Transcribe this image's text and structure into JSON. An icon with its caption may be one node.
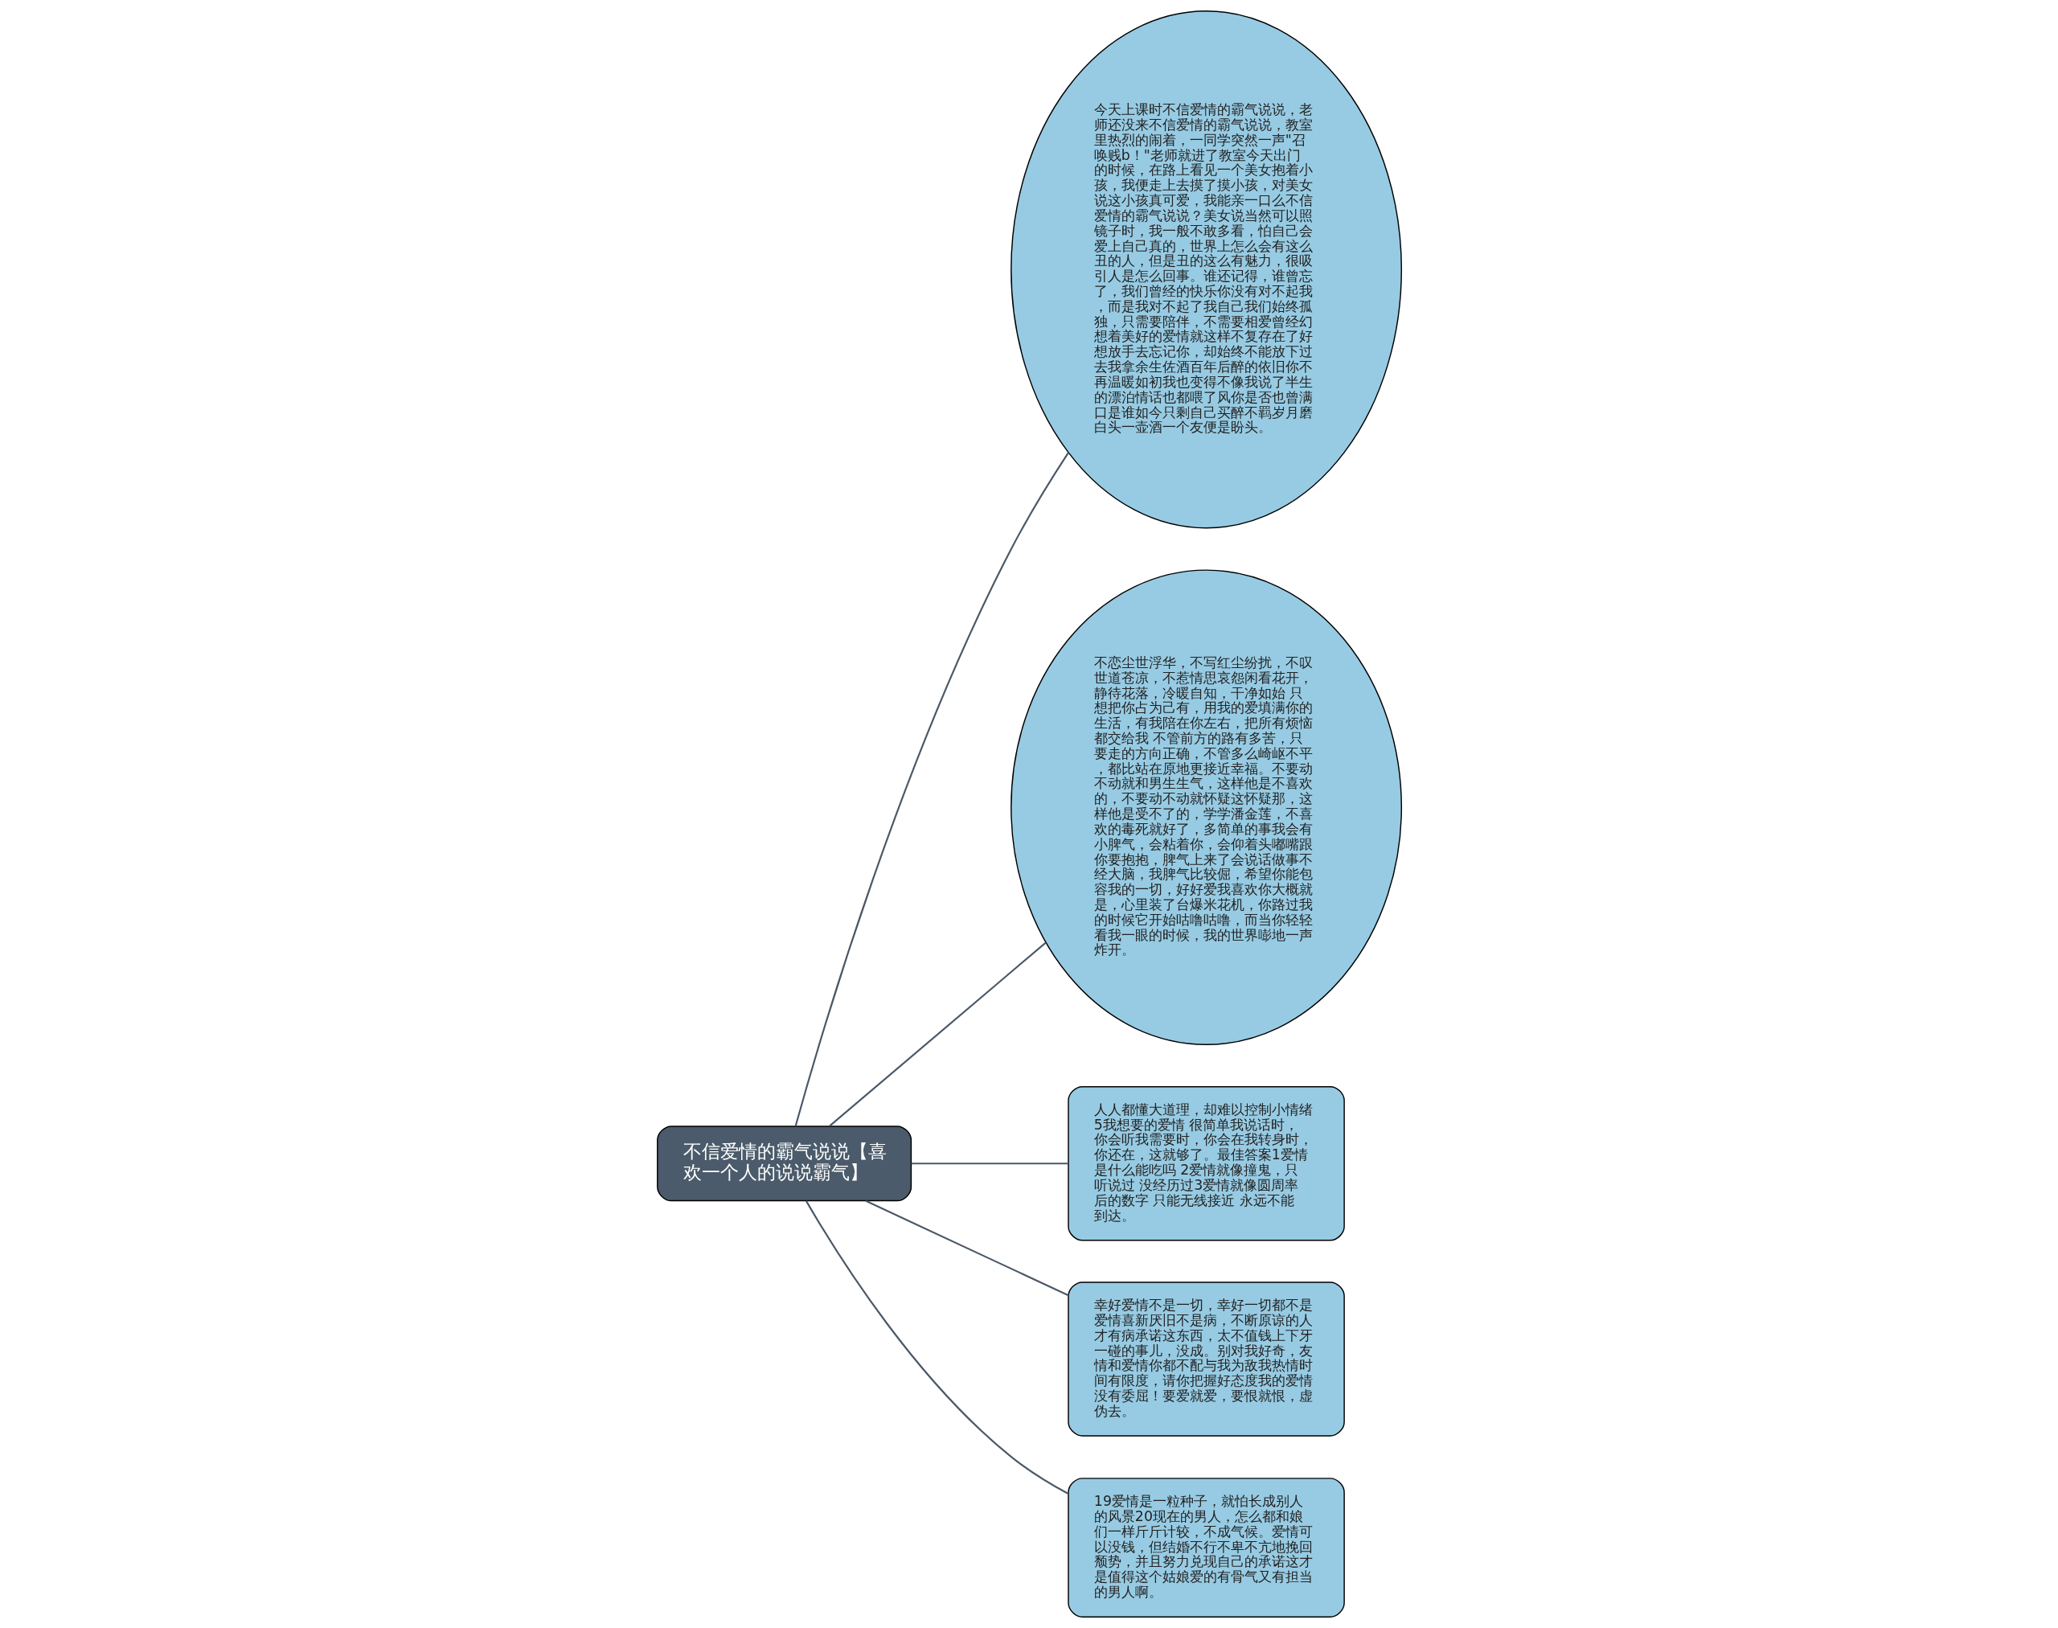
{
  "diagram": {
    "nodes": [
      {
        "text": [
          "不信爱情的霸气说说【喜欢一个人的说说霸气】"
        ]
      },
      {
        "text": [
          "今天上课时不信爱情的霸气说说，老师还没来不信爱情的霸气说说，教室里热烈的闹着，一同学突然一声\"召唤贱b！\"老师就进了教室今天出门的时候，在路上看见一个美女抱着小孩，我便走上去摸了摸小孩，对美女说这小孩真可爱，我能亲一口么不信爱情的霸气说说？美女说当然可以照镜子时，我一般不敢多看，怕自己会爱上自己真的，世界上怎么会有这么丑的人，但是丑的这么有魅力，很吸引人是怎么回事。谁还记得，谁曾忘了，我们曾经的快乐你没有对不起我，而是我对不起了我自己我们始终孤独，只需要陪伴，不需要相爱曾经幻想着美好的爱情就这样不复存在了好想放手去忘记你，却始终不能放下过去我拿余生佐酒百年后醉的依旧你不再温暖如初我也变得不像我说了半生的漂泊情话也都喂了风你是否也曾满口是谁如今只剩自己买醉不羁岁月磨白头一壶酒一个友便是盼头。"
        ]
      },
      {
        "text": [
          "不恋尘世浮华，不写红尘纷扰，不叹世道苍凉，不惹情思哀怨闲看花开，静待花落，冷暖自知，干净如始 只想把你占为己有，用我的爱填满你的生活，有我陪在你左右，把所有烦恼都交给我 不管前方的路有多苦，只要走的方向正确，不管多么崎岖不平，都比站在原地更接近幸福。不要动不动就和男生生气，这样他是不喜欢的，不要动不动就怀疑这怀疑那，这样他是受不了的，学学潘金莲，不喜欢的毒死就好了，多简单的事我会有小脾气，会粘着你，会仰着头嘟嘴跟你要抱抱，脾气上来了会说话做事不经大脑，我脾气比较倔，希望你能包容我的一切，好好爱我喜欢你大概就是，心里装了台爆米花机，你路过我的时候它开始咕噜咕噜，而当你轻轻看我一眼的时候，我的世界嘭地一声炸开。"
        ]
      },
      {
        "text": [
          "人人都懂大道理，却难以控制小情绪5我想要的爱情 很简单我说话时，你会听我需要时，你会在我转身时，你还在，这就够了。最佳答案1爱情是什么能吃吗 2爱情就像撞鬼，只听说过 没经历过3爱情就像圆周率后的数字 只能无线接近 永远不能到达。"
        ]
      },
      {
        "text": [
          "幸好爱情不是一切，幸好一切都不是爱情喜新厌旧不是病，不断原谅的人才有病承诺这东西，太不值钱上下牙一碰的事儿，没成。别对我好奇，友情和爱情你都不配与我为敌我热情时间有限度，请你把握好态度我的爱情没有委屈！要爱就爱，要恨就恨，虚伪去。"
        ]
      },
      {
        "text": [
          "19爱情是一粒种子，就怕长成别人的风景20现在的男人，怎么都和娘们一样斤斤计较，不成气候。爱情可以没钱，但结婚不行不卑不亢地挽回颓势，并且努力兑现自己的承诺这才是值得这个姑娘爱的有骨气又有担当的男人啊。"
        ]
      }
    ],
    "edges": [
      {
        "from": 0,
        "to": 1,
        "arrow": "none"
      },
      {
        "from": 0,
        "to": 2,
        "arrow": "none"
      },
      {
        "from": 0,
        "to": 3,
        "arrow": "none"
      },
      {
        "from": 0,
        "to": 4,
        "arrow": "none"
      },
      {
        "from": 0,
        "to": 5,
        "arrow": "none"
      }
    ]
  }
}
